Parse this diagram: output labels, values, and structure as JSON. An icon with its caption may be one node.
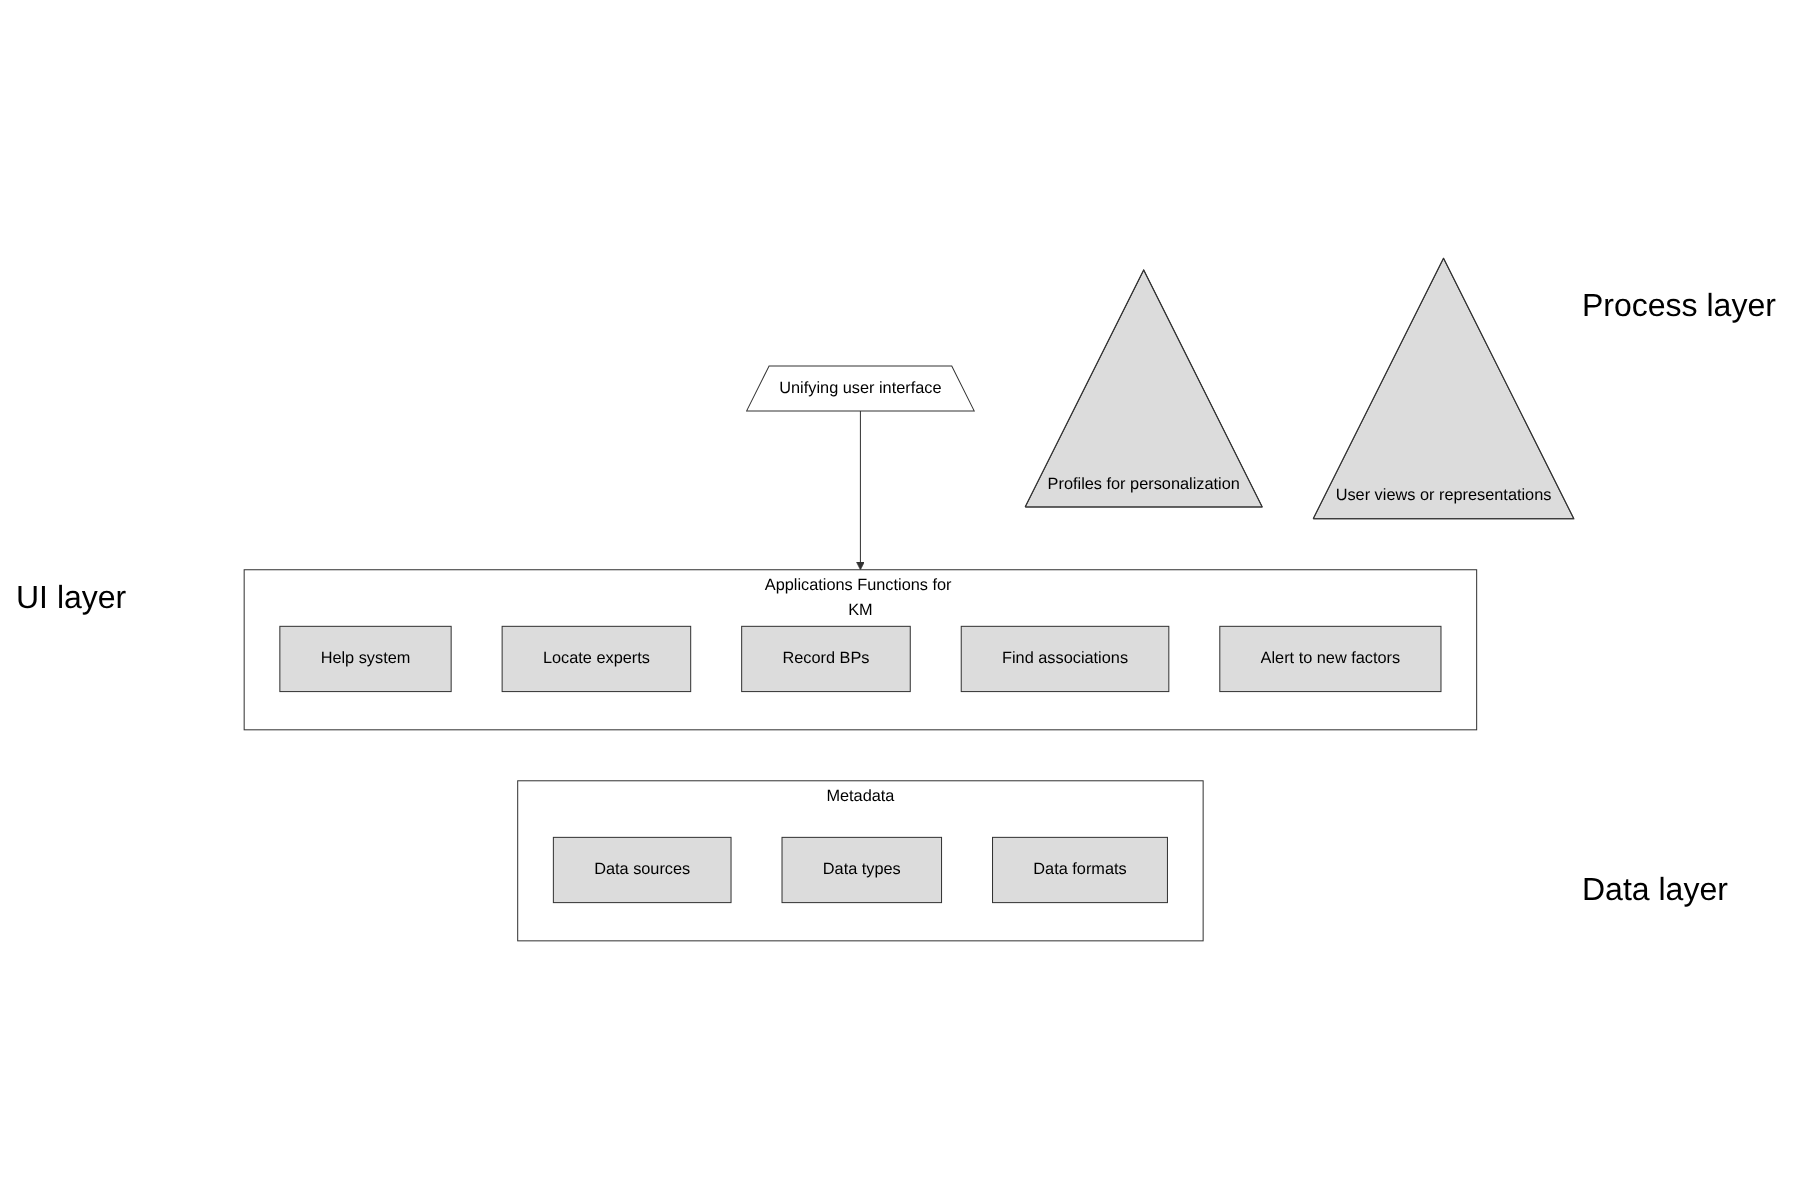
{
  "diagram": {
    "nodes": [
      {
        "text": [
          "Unifying user interface"
        ]
      },
      {
        "text": [
          "Profiles for personalization"
        ]
      },
      {
        "text": [
          "User views or representations"
        ]
      },
      {
        "text": [
          "Applications Functions for KM"
        ]
      },
      {
        "text": [
          "Help system"
        ],
        "in": 3
      },
      {
        "text": [
          "Locate experts"
        ],
        "in": 3
      },
      {
        "text": [
          "Record BPs"
        ],
        "in": 3
      },
      {
        "text": [
          "Find associations"
        ],
        "in": 3
      },
      {
        "text": [
          "Alert to new factors"
        ],
        "in": 3
      },
      {
        "text": [
          "Metadata"
        ]
      },
      {
        "text": [
          "Data sources"
        ],
        "in": 9
      },
      {
        "text": [
          "Data types"
        ],
        "in": 9
      },
      {
        "text": [
          "Data formats"
        ],
        "in": 9
      }
    ],
    "edges": [
      {
        "from": 0,
        "to": 3,
        "arrow": "to"
      }
    ],
    "labels": [
      "UI layer",
      "Process layer",
      "Data layer"
    ]
  }
}
